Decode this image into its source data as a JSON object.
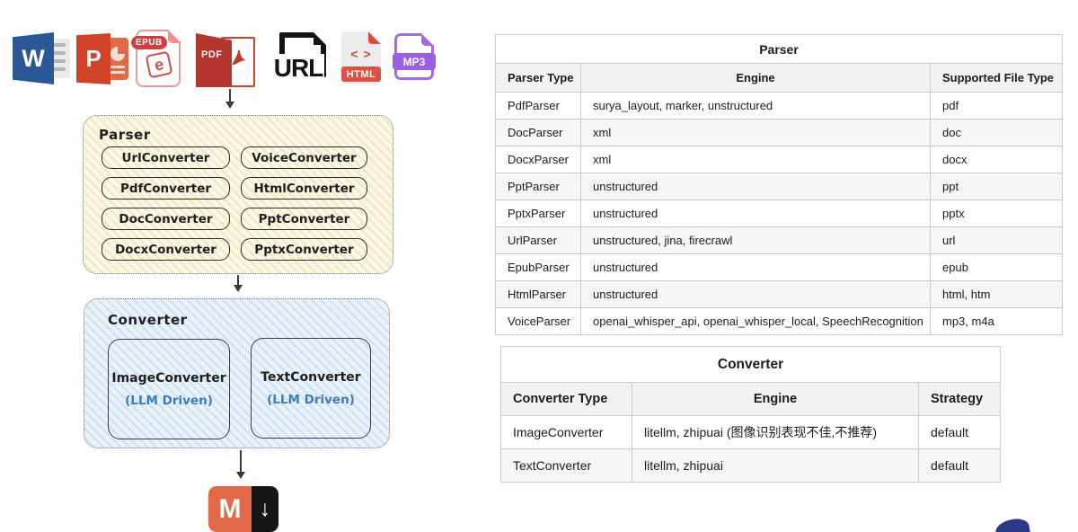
{
  "diagram": {
    "file_icons": [
      {
        "name": "word",
        "label": "W"
      },
      {
        "name": "powerpoint",
        "label": "P"
      },
      {
        "name": "epub",
        "label": "EPUB",
        "glyph": "e"
      },
      {
        "name": "pdf",
        "label": "PDF"
      },
      {
        "name": "url",
        "label": "URL"
      },
      {
        "name": "html",
        "label": "HTML",
        "glyph": "< >"
      },
      {
        "name": "mp3",
        "label": "MP3"
      }
    ],
    "parser_group": {
      "label": "Parser",
      "items": [
        "UrlConverter",
        "VoiceConverter",
        "PdfConverter",
        "HtmlConverter",
        "DocConverter",
        "PptConverter",
        "DocxConverter",
        "PptxConverter"
      ]
    },
    "converter_group": {
      "label": "Converter",
      "items": [
        {
          "name": "ImageConverter",
          "note": "(LLM Driven)"
        },
        {
          "name": "TextConverter",
          "note": "(LLM Driven)"
        }
      ]
    },
    "output_icon": {
      "letter": "M",
      "arrow": "↓"
    }
  },
  "parser_table": {
    "title": "Parser",
    "columns": [
      "Parser Type",
      "Engine",
      "Supported File Type"
    ],
    "rows": [
      [
        "PdfParser",
        "surya_layout, marker, unstructured",
        "pdf"
      ],
      [
        "DocParser",
        "xml",
        "doc"
      ],
      [
        "DocxParser",
        "xml",
        "docx"
      ],
      [
        "PptParser",
        "unstructured",
        "ppt"
      ],
      [
        "PptxParser",
        "unstructured",
        "pptx"
      ],
      [
        "UrlParser",
        "unstructured, jina, firecrawl",
        "url"
      ],
      [
        "EpubParser",
        "unstructured",
        "epub"
      ],
      [
        "HtmlParser",
        "unstructured",
        "html, htm"
      ],
      [
        "VoiceParser",
        "openai_whisper_api, openai_whisper_local, SpeechRecognition",
        "mp3, m4a"
      ]
    ]
  },
  "converter_table": {
    "title": "Converter",
    "columns": [
      "Converter Type",
      "Engine",
      "Strategy"
    ],
    "rows": [
      [
        "ImageConverter",
        "litellm, zhipuai (图像识别表现不佳,不推荐)",
        "default"
      ],
      [
        "TextConverter",
        "litellm, zhipuai",
        "default"
      ]
    ]
  },
  "colors": {
    "parser_box_bg": "#faf7e3",
    "converter_box_bg": "#e9f2f9",
    "llm_driven_text": "#3a7dbd",
    "markdown_orange": "#e2684a",
    "word_blue": "#2b5797",
    "powerpoint_red": "#cf4328",
    "pdf_red": "#b3352b",
    "epub_red": "#d14b4b",
    "html_red": "#dd5145",
    "mp3_purple": "#9b5fe3",
    "url_black": "#141414",
    "table_header_bg": "#f2f2f5",
    "table_stripe_bg": "#f6f6f8",
    "table_border": "#c9c9ce",
    "corner_logo_navy": "#2c3a85"
  }
}
